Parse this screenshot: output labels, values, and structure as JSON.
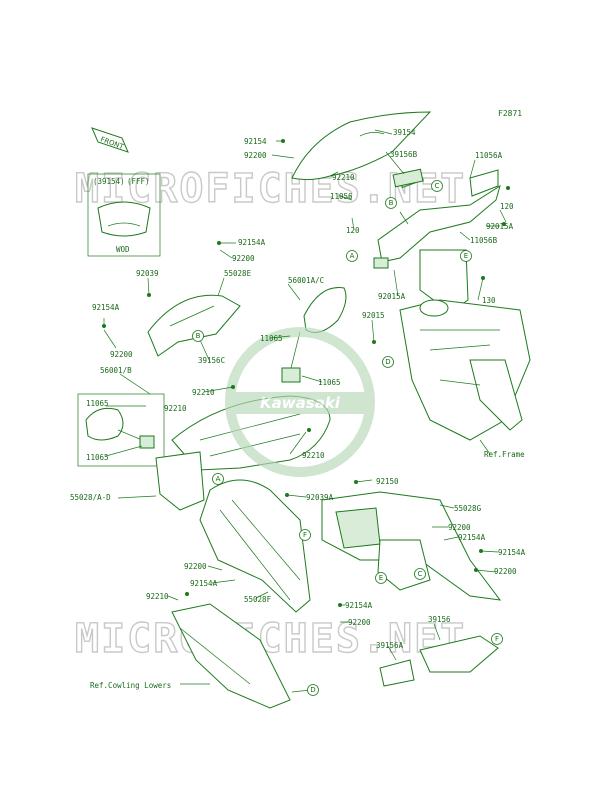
{
  "figure_id": "F2871",
  "front_badge": "FRONT",
  "variant_box": {
    "left_code": "(39154)",
    "right_code": "(FFF)",
    "caption": "WOD"
  },
  "watermark": {
    "top": "MICROFICHES.NET",
    "bottom": "MICROFICHES.NET"
  },
  "emblem_text": "Kawasaki",
  "refs": {
    "frame": "Ref.Frame",
    "cowling": "Ref.Cowling Lowers"
  },
  "callouts": {
    "a": "A",
    "b": "B",
    "c": "C",
    "d": "D",
    "e": "E",
    "f": "F"
  },
  "part_labels": {
    "p39154": "39154",
    "p92154_top": "92154",
    "p92200_top": "92200",
    "p39156B": "39156B",
    "p11056A": "11056A",
    "p92210_top": "92210",
    "p11056": "11056",
    "p120_left": "120",
    "p120_right": "120",
    "p92015A_right": "92015A",
    "p11056B": "11056B",
    "p92154A_a": "92154A",
    "p92200_a": "92200",
    "p92039": "92039",
    "p55028E": "55028E",
    "p56001AC": "56001A/C",
    "p92015A_mid": "92015A",
    "p130": "130",
    "p92154A_b": "92154A",
    "p92200_b": "92200",
    "p11065_a": "11065",
    "p39156C": "39156C",
    "p92015": "92015",
    "p56001B": "56001/B",
    "p11065_b": "11065",
    "p92210_b": "92210",
    "p92210_c": "92210",
    "p11065_c": "11065",
    "p11065_d": "11065",
    "p92210_d": "92210",
    "p55028AD": "55028/A-D",
    "p92039A": "92039A",
    "p92150": "92150",
    "p55028G": "55028G",
    "p92200_c": "92200",
    "p92154A_c": "92154A",
    "p92154A_d": "92154A",
    "p92200_d": "92200",
    "p92200_e": "92200",
    "p92154A_e": "92154A",
    "p55028F": "55028F",
    "p92210_e": "92210",
    "p92154A_f": "92154A",
    "p92200_f": "92200",
    "p39156": "39156",
    "p39156A": "39156A"
  },
  "colors": {
    "line": "#1d7a1d",
    "text": "#1a6b1a",
    "watermark": "#c9c9c9",
    "background": "#ffffff"
  }
}
